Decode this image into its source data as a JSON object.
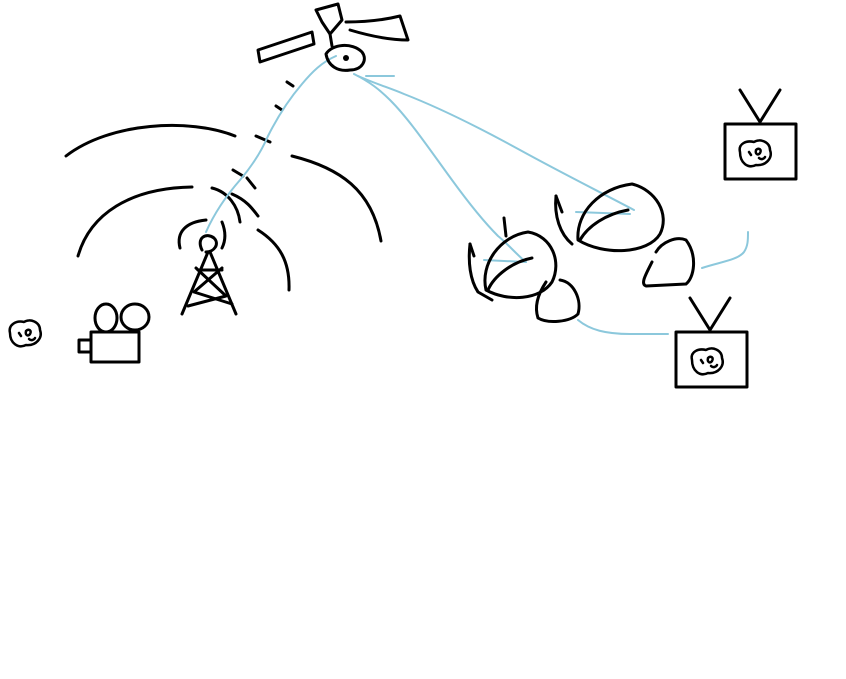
{
  "scene": {
    "background": "#ffffff",
    "colors": {
      "ink": "#000000",
      "signal": "#8cc8dc"
    },
    "elements": [
      {
        "id": "source-face",
        "icon": "face-icon",
        "meaning": "live subject"
      },
      {
        "id": "video-camera",
        "icon": "video-camera-icon"
      },
      {
        "id": "broadcast-tower",
        "icon": "antenna-tower-icon"
      },
      {
        "id": "broadcast-waves",
        "icon": "radio-waves-icon"
      },
      {
        "id": "satellite",
        "icon": "satellite-icon"
      },
      {
        "id": "uplink",
        "icon": "signal-link"
      },
      {
        "id": "dish-left",
        "icon": "satellite-dish-icon"
      },
      {
        "id": "dish-right",
        "icon": "satellite-dish-icon"
      },
      {
        "id": "tv-top",
        "icon": "television-icon",
        "screen_content": "face-icon"
      },
      {
        "id": "tv-bottom",
        "icon": "television-icon",
        "screen_content": "face-icon"
      }
    ]
  }
}
